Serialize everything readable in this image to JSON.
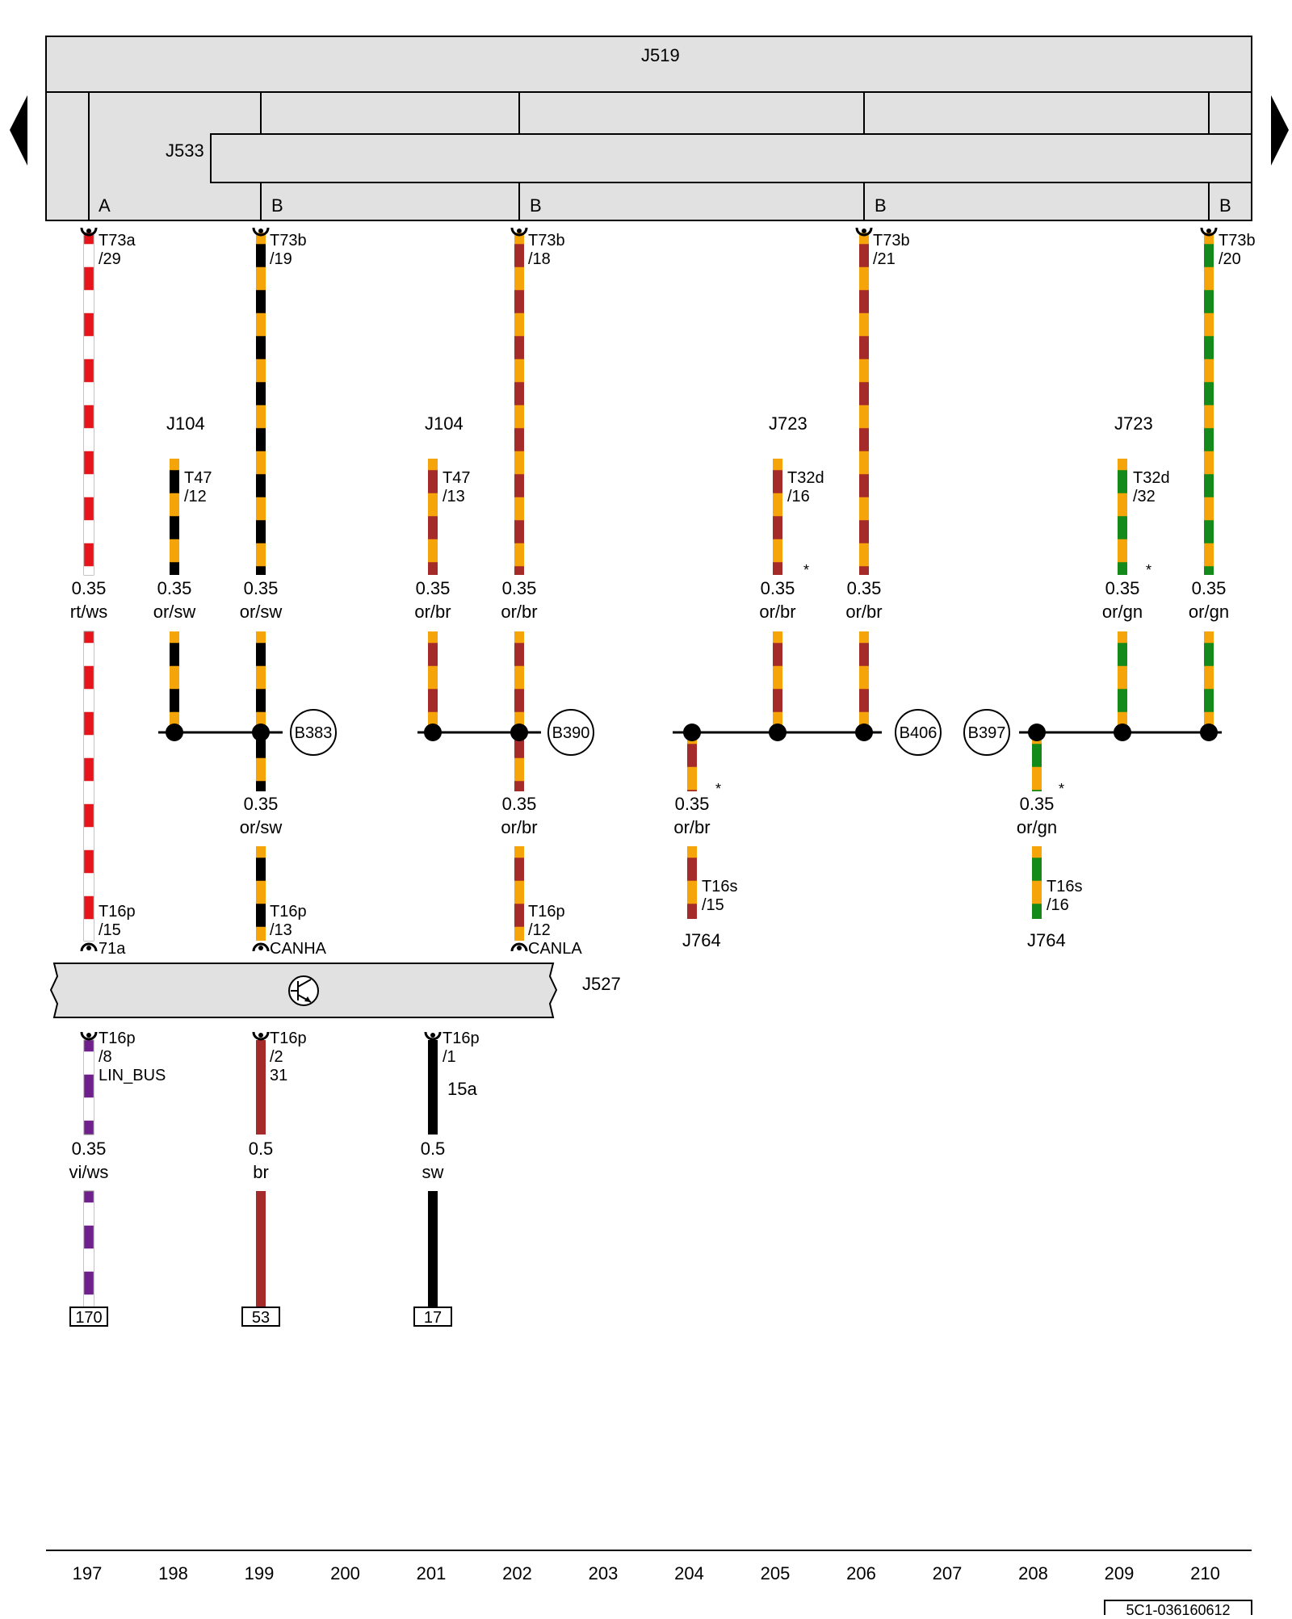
{
  "colors": {
    "rt": "#e8141b",
    "ws": "#ffffff",
    "sw": "#000000",
    "or": "#f5a50a",
    "br": "#a52a2a",
    "gn": "#138a1a",
    "vi": "#70208c",
    "frame": "#e1e1e1"
  },
  "modules": {
    "j519": "J519",
    "j533": "J533",
    "j527": "J527",
    "j104a": "J104",
    "j104b": "J104",
    "j723a": "J723",
    "j723b": "J723",
    "j764a": "J764",
    "j764b": "J764"
  },
  "top_connectors": [
    {
      "id": "c197",
      "letter": "A",
      "plug": "T73a",
      "pin": "/29",
      "gauge": "0.35",
      "color": "rt/ws"
    },
    {
      "id": "c199",
      "letter": "B",
      "plug": "T73b",
      "pin": "/19",
      "gauge": "0.35",
      "color": "or/sw"
    },
    {
      "id": "c202",
      "letter": "B",
      "plug": "T73b",
      "pin": "/18",
      "gauge": "0.35",
      "color": "or/br"
    },
    {
      "id": "c206",
      "letter": "B",
      "plug": "T73b",
      "pin": "/21",
      "gauge": "0.35",
      "color": "or/br"
    },
    {
      "id": "c210",
      "letter": "B",
      "plug": "T73b",
      "pin": "/20",
      "gauge": "0.35",
      "color": "or/gn"
    }
  ],
  "branch_wires": [
    {
      "id": "w198",
      "plug": "T47",
      "pin": "/12",
      "gauge": "0.35",
      "color": "or/sw"
    },
    {
      "id": "w201",
      "plug": "T47",
      "pin": "/13",
      "gauge": "0.35",
      "color": "or/br"
    },
    {
      "id": "w205",
      "plug": "T32d",
      "pin": "/16",
      "gauge": "0.35",
      "color": "or/br",
      "mark": "*"
    },
    {
      "id": "w209",
      "plug": "T32d",
      "pin": "/32",
      "gauge": "0.35",
      "color": "or/gn",
      "mark": "*"
    }
  ],
  "splices": [
    "B383",
    "B390",
    "B406",
    "B397"
  ],
  "mid_wires": [
    {
      "id": "m199",
      "gauge": "0.35",
      "color": "or/sw",
      "plug": "T16p",
      "pin": "/13",
      "signal": "CANHA"
    },
    {
      "id": "m202",
      "gauge": "0.35",
      "color": "or/br",
      "plug": "T16p",
      "pin": "/12",
      "signal": "CANLA"
    },
    {
      "id": "m204",
      "gauge": "0.35",
      "color": "or/br",
      "plug": "T16s",
      "pin": "/15",
      "mark": "*"
    },
    {
      "id": "m208",
      "gauge": "0.35",
      "color": "or/gn",
      "plug": "T16s",
      "pin": "/16",
      "mark": "*"
    }
  ],
  "j527_top_left": {
    "plug": "T16p",
    "pin": "/15",
    "signal": "71a"
  },
  "bottom_wires": [
    {
      "id": "b197",
      "plug": "T16p",
      "pin": "/8",
      "signal": "LIN_BUS",
      "gauge": "0.35",
      "color": "vi/ws",
      "ref": "170"
    },
    {
      "id": "b199",
      "plug": "T16p",
      "pin": "/2",
      "signal": "31",
      "gauge": "0.5",
      "color": "br",
      "ref": "53"
    },
    {
      "id": "b201",
      "plug": "T16p",
      "pin": "/1",
      "signal": "15a",
      "gauge": "0.5",
      "color": "sw",
      "ref": "17"
    }
  ],
  "grid_numbers": [
    "197",
    "198",
    "199",
    "200",
    "201",
    "202",
    "203",
    "204",
    "205",
    "206",
    "207",
    "208",
    "209",
    "210"
  ],
  "diagram_code": "5C1-036160612",
  "nav": {
    "prev": "previous-page",
    "next": "next-page"
  }
}
